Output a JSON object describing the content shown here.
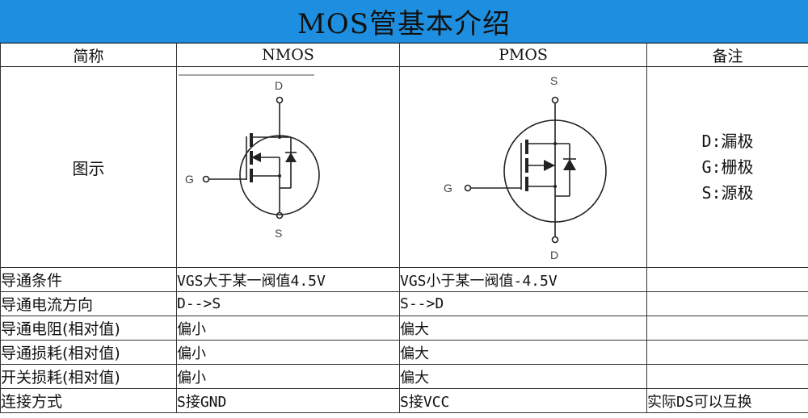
{
  "title": "MOS管基本介绍",
  "headers": {
    "name": "简称",
    "nmos": "NMOS",
    "pmos": "PMOS",
    "note": "备注"
  },
  "figure_row": {
    "label": "图示",
    "nmos_pins": {
      "top": "D",
      "gate": "G",
      "bottom": "S"
    },
    "pmos_pins": {
      "top": "S",
      "gate": "G",
      "bottom": "D"
    },
    "notes": [
      "D:漏极",
      "G:栅极",
      "S:源极"
    ]
  },
  "rows": [
    {
      "label": "导通条件",
      "nmos": "VGS大于某一阀值4.5V",
      "pmos": "VGS小于某一阀值-4.5V",
      "note": ""
    },
    {
      "label": "导通电流方向",
      "nmos": "D-->S",
      "pmos": "S-->D",
      "note": ""
    },
    {
      "label": "导通电阻(相对值)",
      "nmos": "偏小",
      "pmos": "偏大",
      "note": ""
    },
    {
      "label": "导通损耗(相对值)",
      "nmos": "偏小",
      "pmos": "偏大",
      "note": ""
    },
    {
      "label": "开关损耗(相对值)",
      "nmos": "偏小",
      "pmos": "偏大",
      "note": ""
    },
    {
      "label": "连接方式",
      "nmos": "S接GND",
      "pmos": "S接VCC",
      "note": "实际DS可以互换"
    }
  ]
}
